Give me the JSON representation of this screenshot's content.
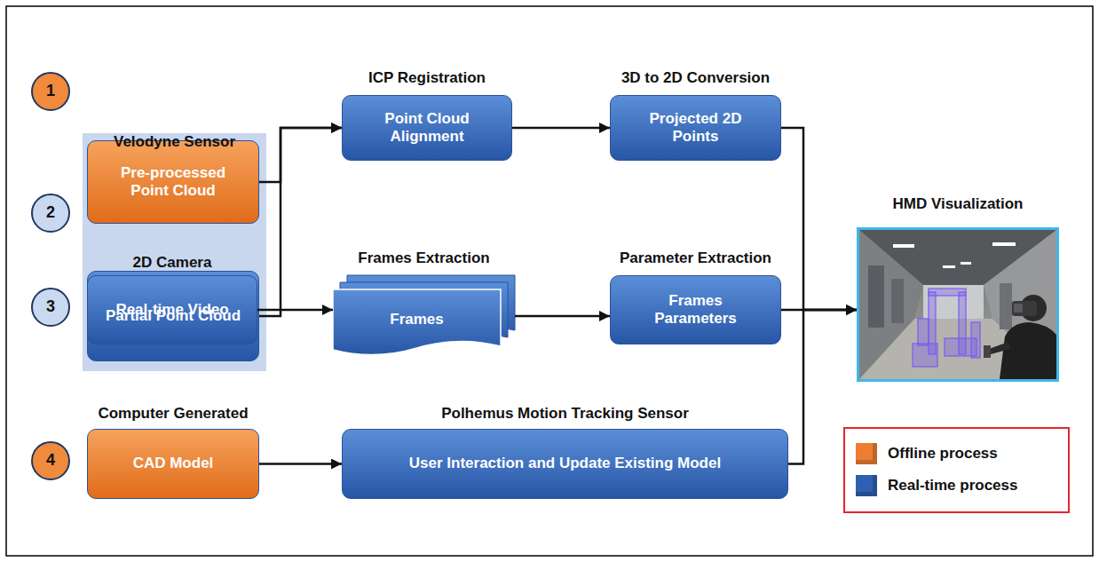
{
  "diagram": {
    "nodes": [
      {
        "text": [
          "1"
        ]
      },
      {
        "text": [
          "Velodyne Sensor"
        ]
      },
      {
        "text": [
          "Pre-processed Point Cloud"
        ],
        "in": 1
      },
      {
        "text": [
          "2"
        ]
      },
      {
        "text": [
          "Partial Point Cloud"
        ],
        "in": 1
      },
      {
        "text": [
          "ICP Registration",
          "Point Cloud Alignment"
        ]
      },
      {
        "text": [
          "3D to 2D Conversion",
          "Projected 2D Points"
        ]
      },
      {
        "text": [
          "HMD Visualization"
        ]
      },
      {
        "text": [
          "3"
        ]
      },
      {
        "text": [
          "2D Camera",
          "Real-time Video"
        ]
      },
      {
        "text": [
          "Frames Extraction",
          "Frames"
        ]
      },
      {
        "text": [
          "Parameter Extraction",
          "Frames Parameters"
        ]
      },
      {
        "text": [
          "4"
        ]
      },
      {
        "text": [
          "Computer Generated",
          "CAD Model"
        ]
      },
      {
        "text": [
          "Polhemus Motion Tracking Sensor",
          "User Interaction and Update Existing Model"
        ]
      }
    ],
    "edges": [
      {
        "from": 2,
        "to": 5,
        "arrow": "to"
      },
      {
        "from": 4,
        "to": 5,
        "arrow": "to"
      },
      {
        "from": 5,
        "to": 6,
        "arrow": "to"
      },
      {
        "from": 6,
        "to": 7,
        "arrow": "to"
      },
      {
        "from": 9,
        "to": 10,
        "arrow": "to"
      },
      {
        "from": 10,
        "to": 11,
        "arrow": "to"
      },
      {
        "from": 11,
        "to": 7,
        "arrow": "to"
      },
      {
        "from": 13,
        "to": 14,
        "arrow": "to"
      },
      {
        "from": 14,
        "to": 7,
        "arrow": "to"
      }
    ],
    "legend": [
      {
        "text": "Offline process",
        "color": "#ED7D31"
      },
      {
        "text": "Real-time process",
        "color": "#2F5FAF"
      }
    ]
  }
}
